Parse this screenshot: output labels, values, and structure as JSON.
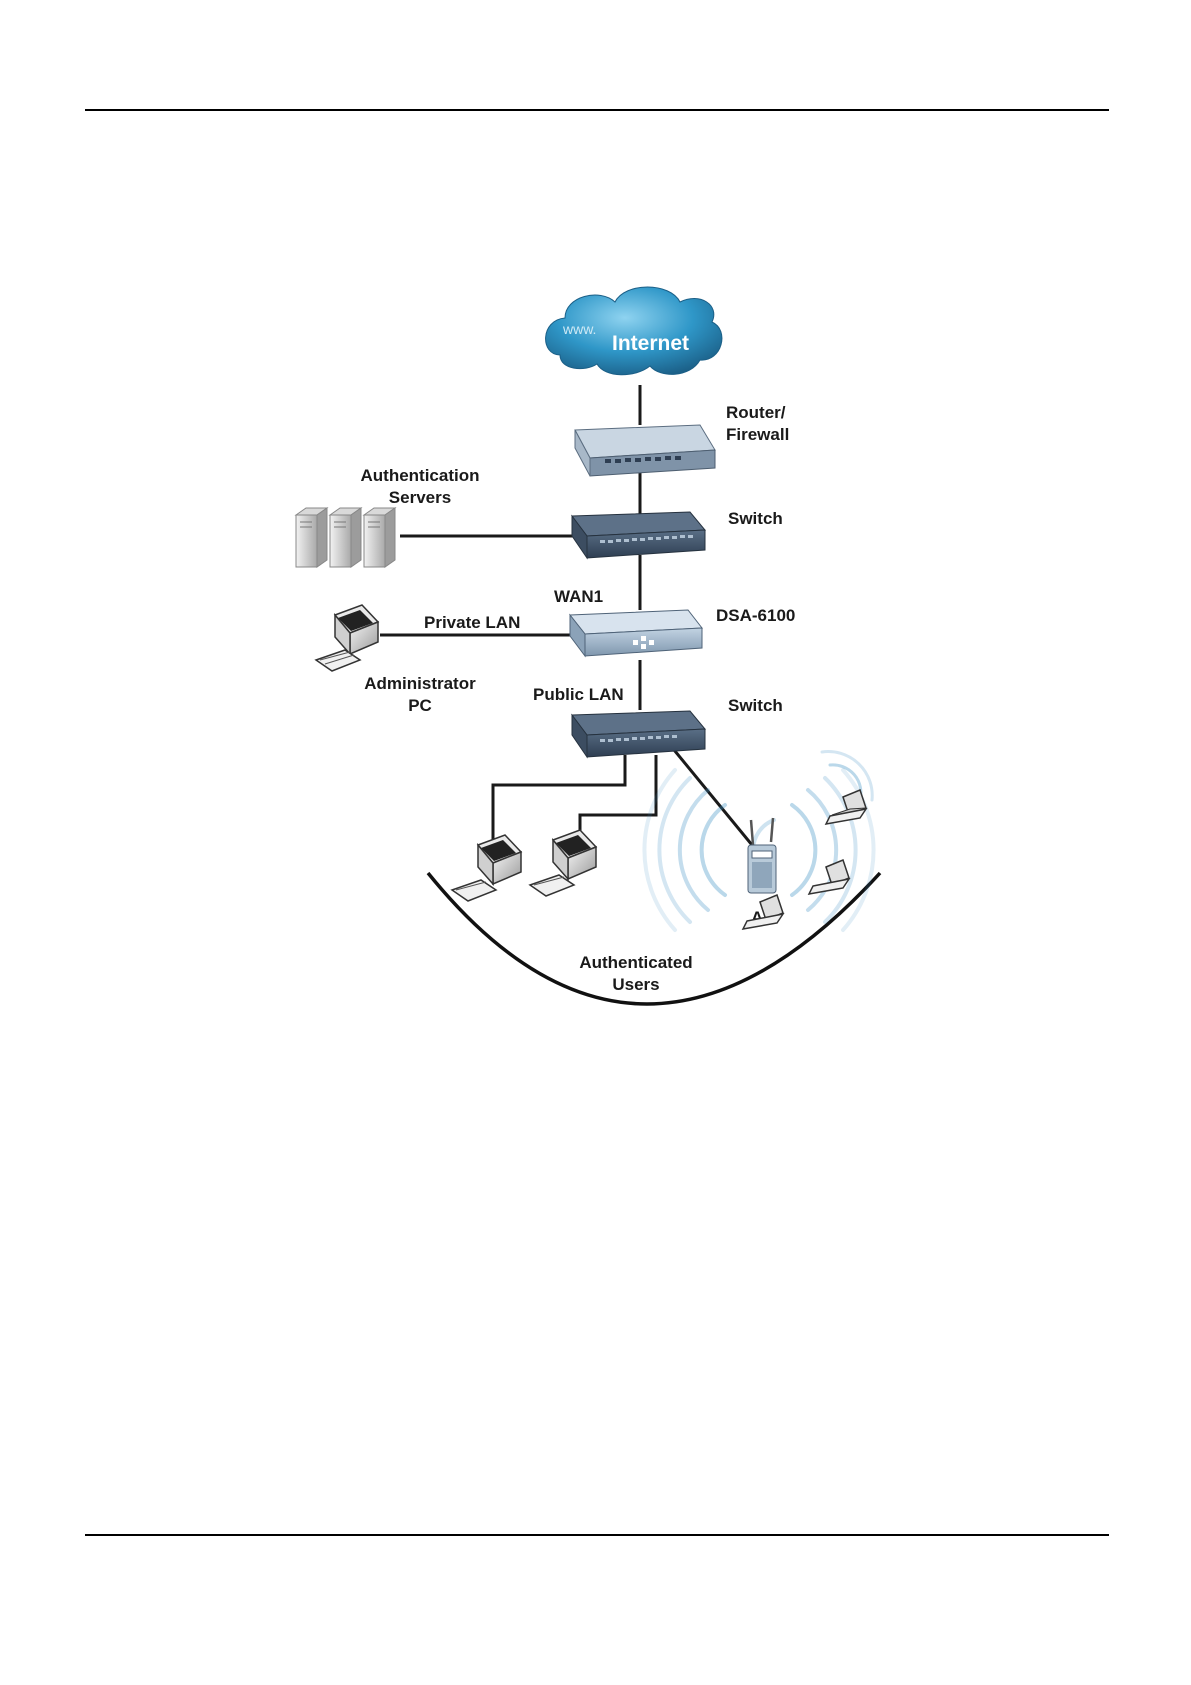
{
  "diagram": {
    "internet": {
      "label": "Internet",
      "watermark": "www."
    },
    "router": {
      "label_line1": "Router/",
      "label_line2": "Firewall"
    },
    "auth_servers": {
      "label_line1": "Authentication",
      "label_line2": "Servers"
    },
    "switch_top": {
      "label": "Switch"
    },
    "dsa": {
      "label": "DSA-6100"
    },
    "links": {
      "wan": "WAN1",
      "private_lan": "Private LAN",
      "public_lan": "Public LAN"
    },
    "admin_pc": {
      "label_line1": "Administrator",
      "label_line2": "PC"
    },
    "switch_bottom": {
      "label": "Switch"
    },
    "ap": {
      "label": "AP"
    },
    "users": {
      "label_line1": "Authenticated",
      "label_line2": "Users"
    }
  },
  "colors": {
    "cloud": "#2f97c8",
    "device_dark": "#2e3e52",
    "device_light": "#9fb6cc",
    "wireless_wave": "#3a8fc2"
  }
}
